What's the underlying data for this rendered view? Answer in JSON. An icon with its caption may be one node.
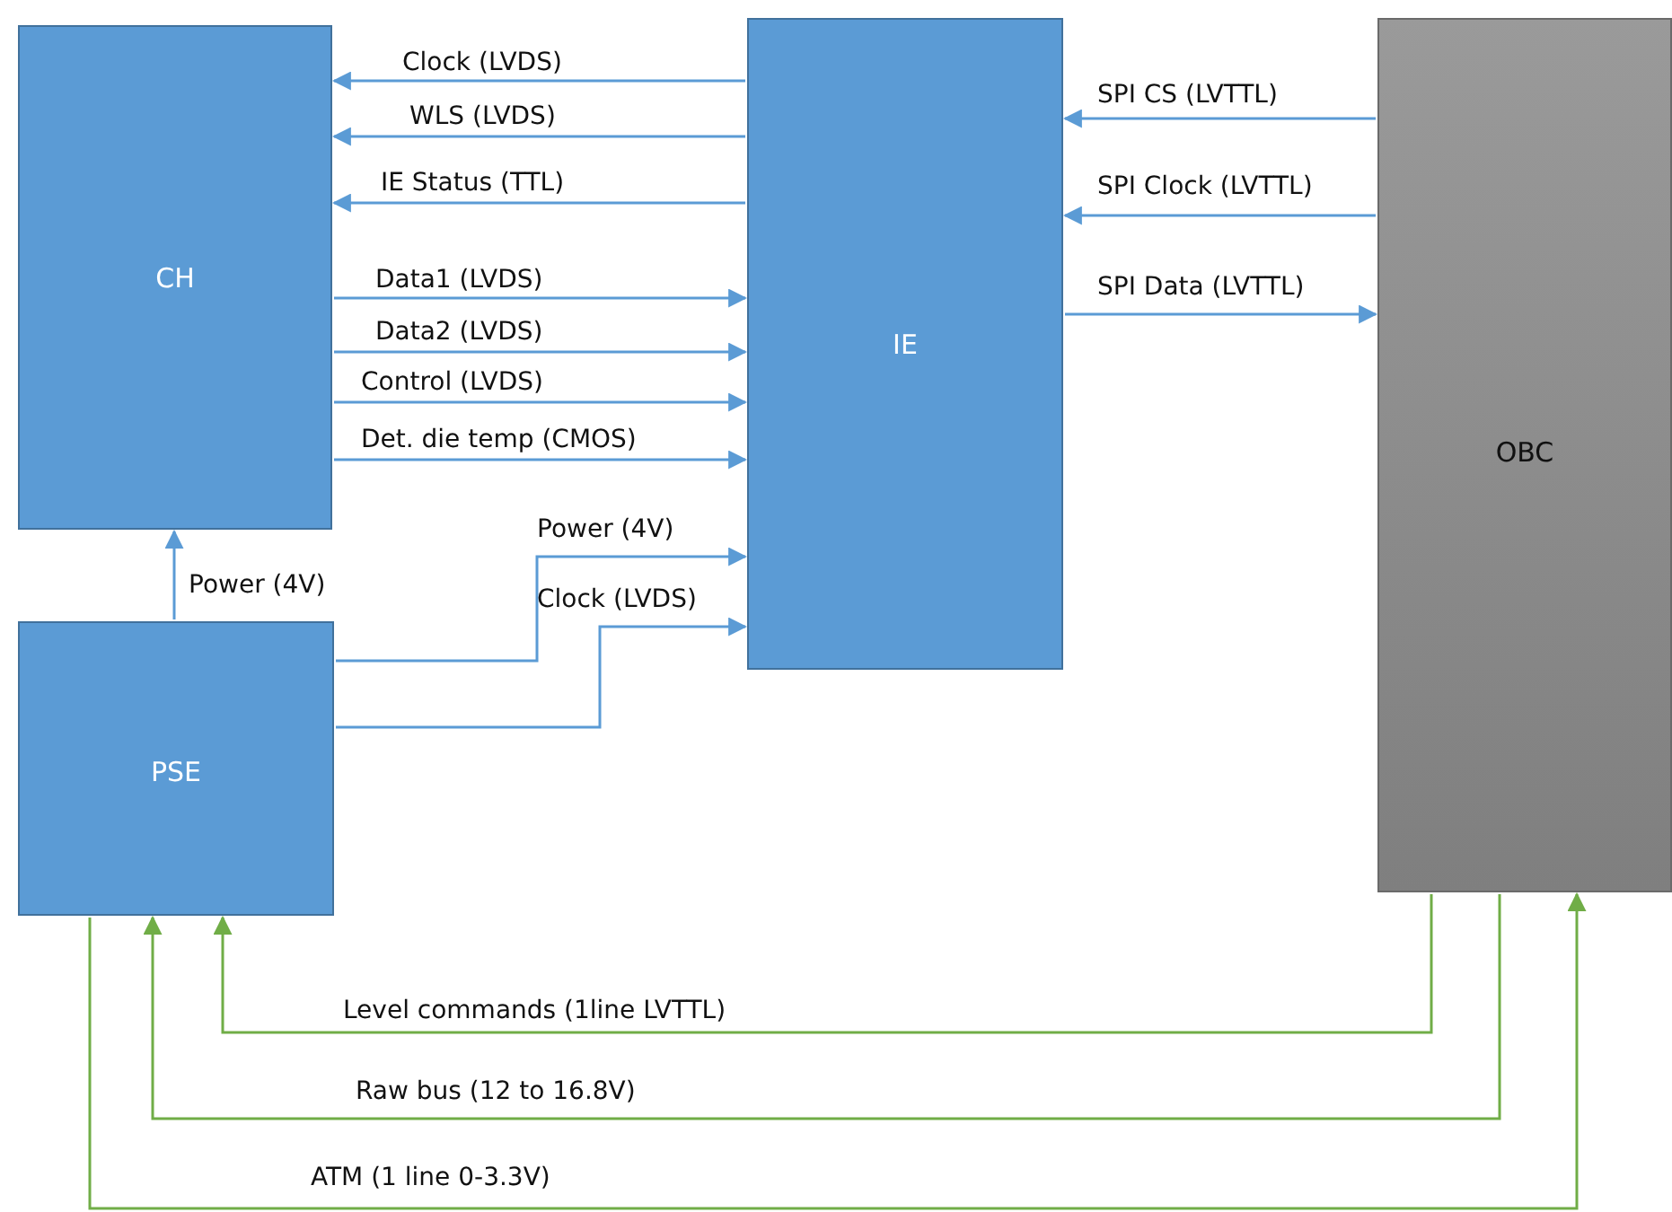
{
  "diagram": {
    "nodes": [
      {
        "text": [
          "CH"
        ]
      },
      {
        "text": [
          "IE"
        ]
      },
      {
        "text": [
          "OBC"
        ]
      },
      {
        "text": [
          "PSE"
        ]
      }
    ],
    "edges": [
      {
        "from": 1,
        "to": 0,
        "arrow": "to",
        "label": "Clock (LVDS)"
      },
      {
        "from": 1,
        "to": 0,
        "arrow": "to",
        "label": "WLS (LVDS)"
      },
      {
        "from": 1,
        "to": 0,
        "arrow": "to",
        "label": "IE Status (TTL)"
      },
      {
        "from": 0,
        "to": 1,
        "arrow": "to",
        "label": "Data1 (LVDS)"
      },
      {
        "from": 0,
        "to": 1,
        "arrow": "to",
        "label": "Data2 (LVDS)"
      },
      {
        "from": 0,
        "to": 1,
        "arrow": "to",
        "label": "Control (LVDS)"
      },
      {
        "from": 0,
        "to": 1,
        "arrow": "to",
        "label": "Det. die temp (CMOS)"
      },
      {
        "from": 2,
        "to": 1,
        "arrow": "to",
        "label": "SPI CS (LVTTL)"
      },
      {
        "from": 2,
        "to": 1,
        "arrow": "to",
        "label": "SPI Clock (LVTTL)"
      },
      {
        "from": 1,
        "to": 2,
        "arrow": "to",
        "label": "SPI Data (LVTTL)"
      },
      {
        "from": 3,
        "to": 0,
        "arrow": "to",
        "label": "Power (4V)"
      },
      {
        "from": 3,
        "to": 1,
        "arrow": "to",
        "label": "Power (4V)"
      },
      {
        "from": 3,
        "to": 1,
        "arrow": "to",
        "label": "Clock (LVDS)"
      },
      {
        "from": 2,
        "to": 3,
        "arrow": "to",
        "label": "Level commands (1line LVTTL)",
        "color": "#70ad47"
      },
      {
        "from": 2,
        "to": 3,
        "arrow": "to",
        "label": "Raw bus (12 to 16.8V)",
        "color": "#70ad47"
      },
      {
        "from": 3,
        "to": 2,
        "arrow": "to",
        "label": "ATM (1 line 0-3.3V)",
        "color": "#70ad47"
      }
    ]
  }
}
